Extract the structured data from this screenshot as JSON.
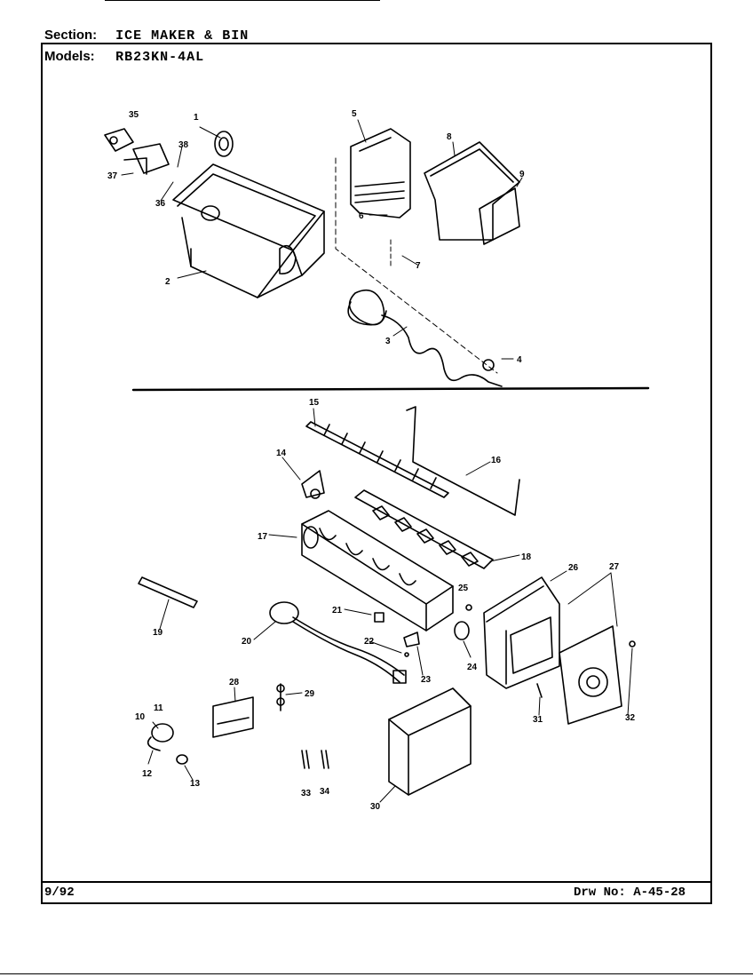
{
  "header": {
    "section_label": "Section:",
    "section_value": "ICE MAKER & BIN",
    "models_label": "Models:",
    "models_value": "RB23KN-4AL"
  },
  "footer": {
    "date": "9/92",
    "drawing_label": "Drw No:",
    "drawing_number": "A-45-28"
  },
  "callouts": [
    "1",
    "2",
    "3",
    "4",
    "5",
    "6",
    "7",
    "8",
    "9",
    "10",
    "11",
    "12",
    "13",
    "14",
    "15",
    "16",
    "17",
    "18",
    "19",
    "20",
    "21",
    "22",
    "23",
    "24",
    "25",
    "26",
    "27",
    "28",
    "29",
    "30",
    "31",
    "32",
    "33",
    "34",
    "35",
    "36",
    "37",
    "38"
  ]
}
